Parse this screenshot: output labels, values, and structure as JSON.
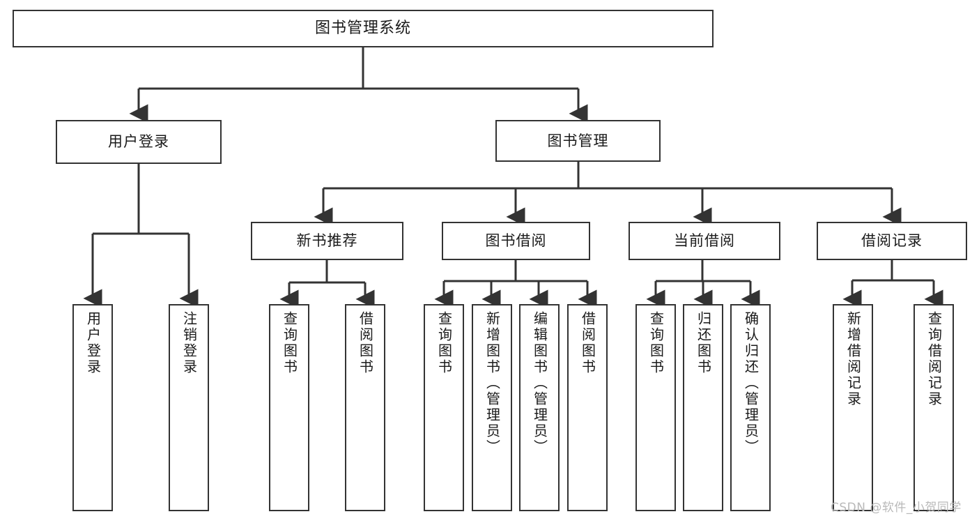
{
  "diagram": {
    "title": "图书管理系统",
    "type": "tree-structure-chart",
    "colors": {
      "background": "#ffffff",
      "node_border": "#333333",
      "node_fill": "#ffffff",
      "edge": "#333333",
      "text": "#1a1a1a",
      "watermark": "#b9b9b9"
    },
    "root": {
      "label": "图书管理系统"
    },
    "level1": [
      {
        "label": "用户登录"
      },
      {
        "label": "图书管理"
      }
    ],
    "level2": [
      {
        "label": "新书推荐"
      },
      {
        "label": "图书借阅"
      },
      {
        "label": "当前借阅"
      },
      {
        "label": "借阅记录"
      }
    ],
    "leaves": {
      "user_login": [
        {
          "label": "用户登录"
        },
        {
          "label": "注销登录"
        }
      ],
      "new_book_recommend": [
        {
          "label": "查询图书"
        },
        {
          "label": "借阅图书"
        }
      ],
      "book_borrow": [
        {
          "label": "查询图书"
        },
        {
          "label": "新增图书（管理员）"
        },
        {
          "label": "编辑图书（管理员）"
        },
        {
          "label": "借阅图书"
        }
      ],
      "current_borrow": [
        {
          "label": "查询图书"
        },
        {
          "label": "归还图书"
        },
        {
          "label": "确认归还（管理员）"
        }
      ],
      "borrow_record": [
        {
          "label": "新增借阅记录"
        },
        {
          "label": "查询借阅记录"
        }
      ]
    },
    "watermark": "CSDN @软件_小贺同学"
  }
}
